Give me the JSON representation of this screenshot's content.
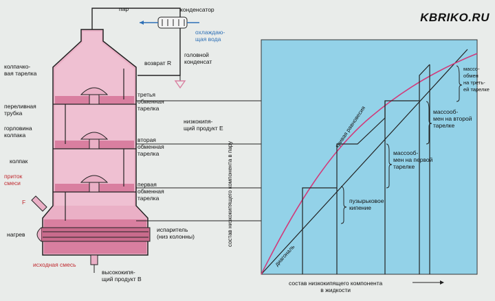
{
  "site": {
    "brand": "KBRIKO.RU"
  },
  "column": {
    "labels": {
      "steam": "пар",
      "condenser": "конденсатор",
      "cooling_water": "охлаждаю-\nщая вода",
      "reflux": "возврат R",
      "head_condensate": "головной\nконденсат",
      "bubble_tray": "колпачко-\nвая тарелка",
      "downcomer": "переливная\nтрубка",
      "cap_neck": "горловина\nколпака",
      "cap": "колпак",
      "feed": "приток\nсмеси",
      "feed_symbol": "F",
      "heating": "нагрев",
      "initial_mix": "исходная смесь",
      "tray3": "третья\nобменная\nтарелка",
      "low_boiling_product": "низкокипя-\nщий продукт Е",
      "tray2": "вторая\nобменная\nтарелка",
      "tray1": "первая\nобменная\nтарелка",
      "evaporator": "испаритель\n(низ колонны)",
      "high_boiling_product": "высококипя-\nщий продукт В"
    }
  },
  "diagram": {
    "y_axis": "состав низкокипящего компонента в пару",
    "x_axis": "состав низкокипящего компонента\nв жидкости",
    "equilibrium_curve": "кривая равновесия",
    "diagonal": "диагональ",
    "bubbling": "пузырьковое\nкипение",
    "mt1": "массооб-\nмен на первой\nтарелке",
    "mt2": "массооб-\nмен на второй\nтарелке",
    "mt3": "массо-\nобмен\nна треть-\nей тарелке"
  },
  "colors": {
    "liquid": "#d97fa0",
    "column_fill": "#e8a3bd",
    "diagram_bg": "#93d2e8",
    "curve": "#d13b7a"
  }
}
